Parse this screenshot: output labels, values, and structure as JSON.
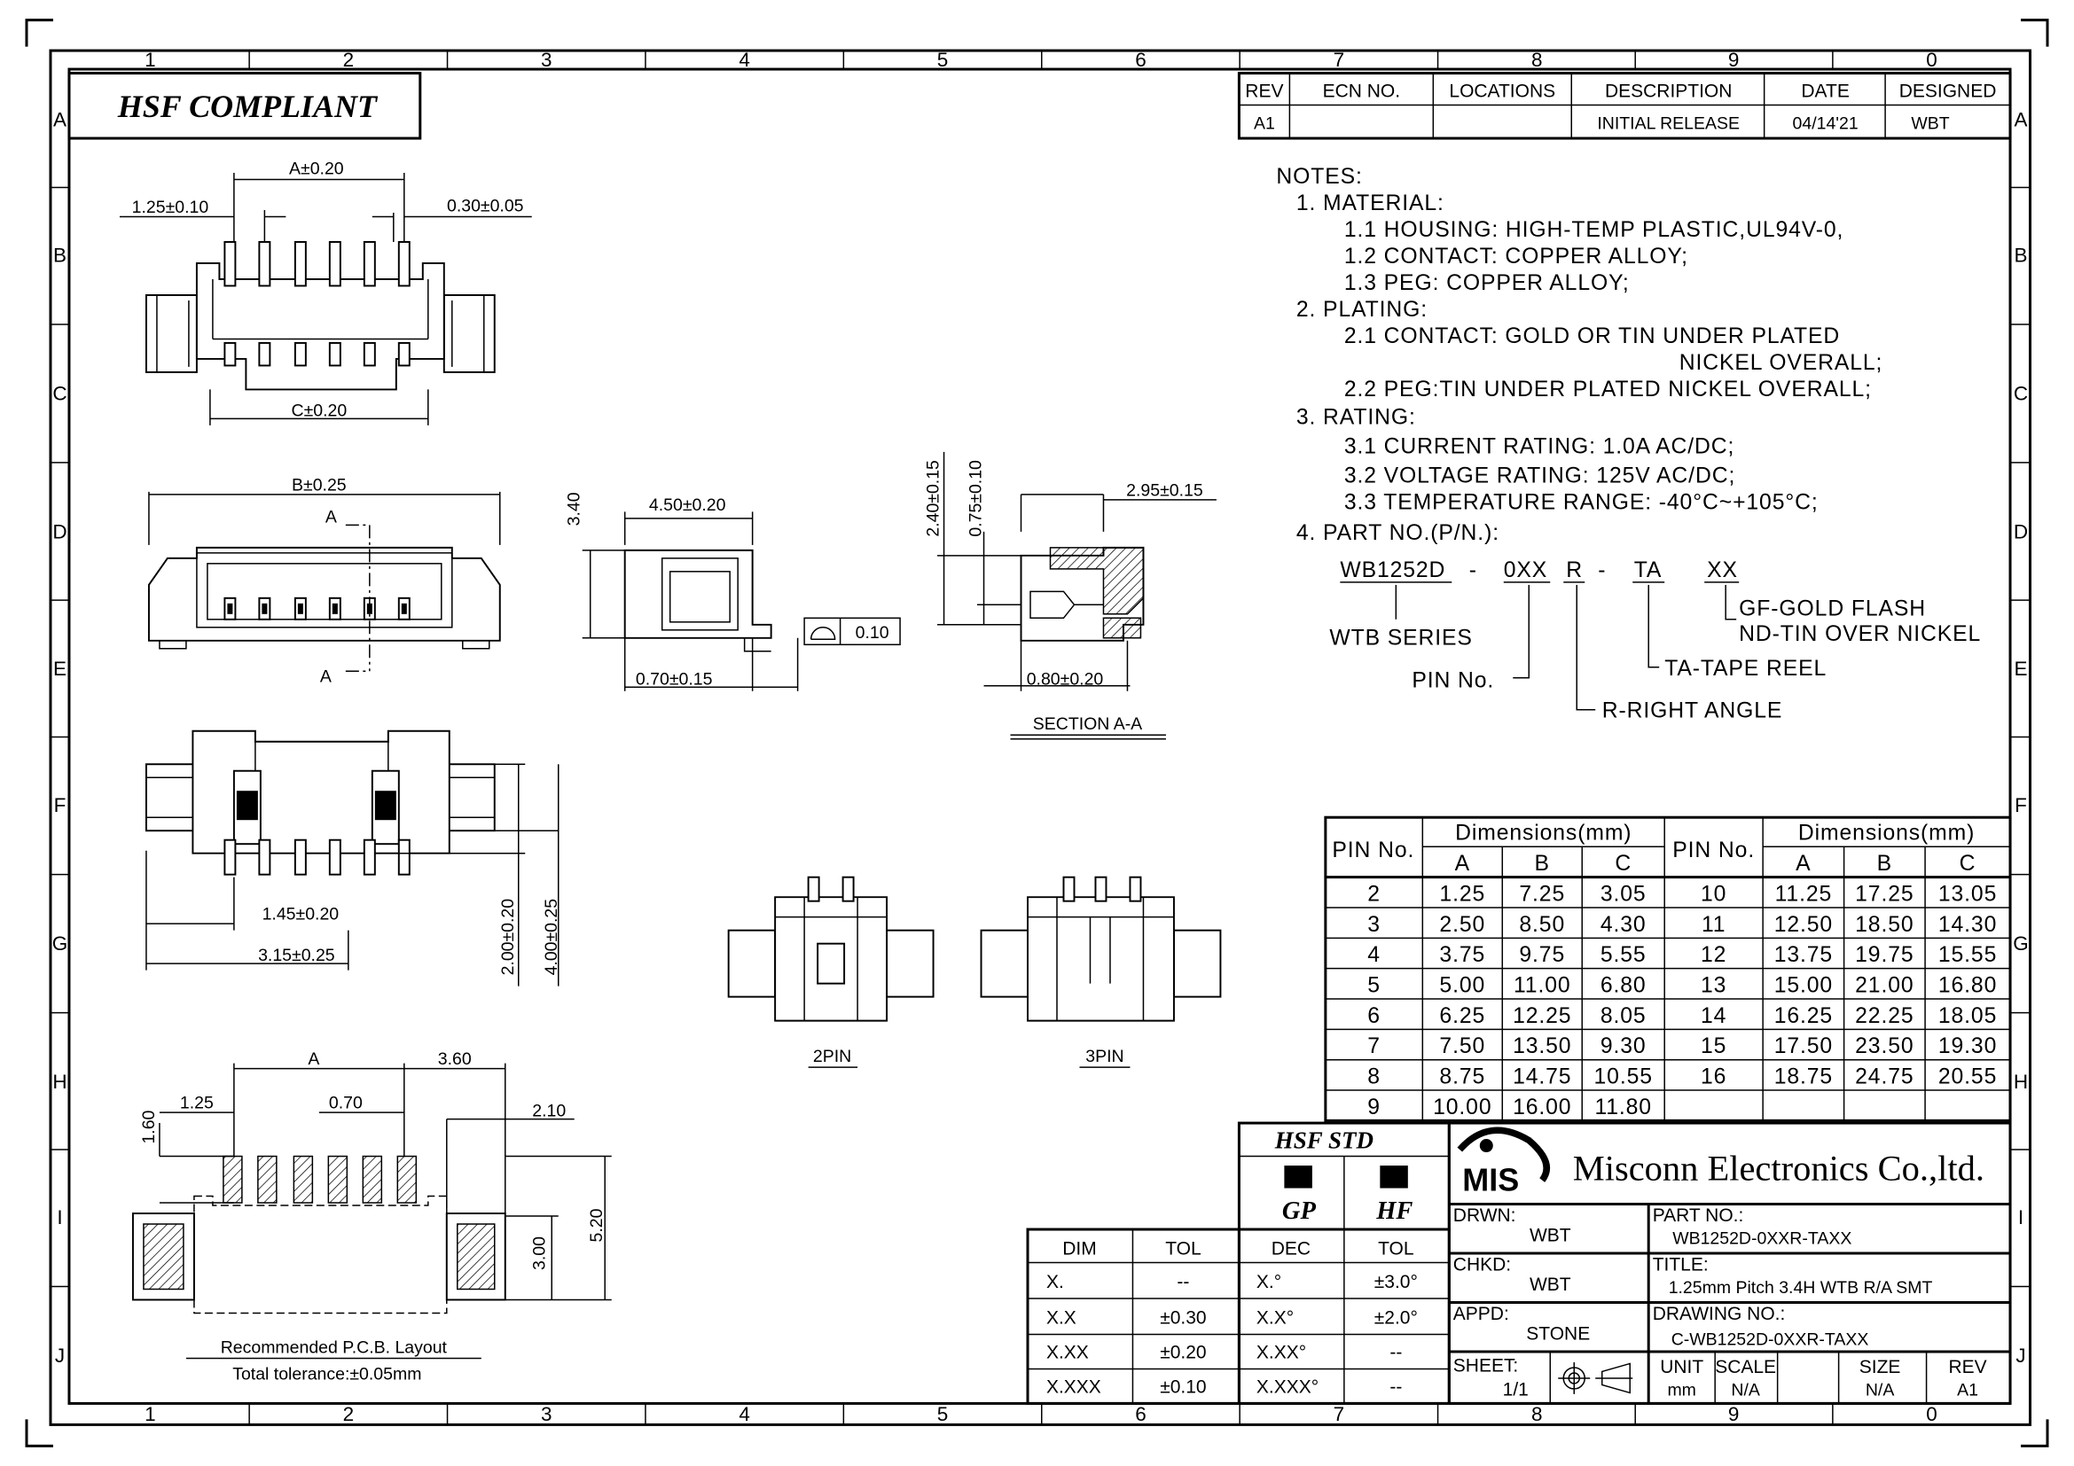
{
  "header": {
    "hsf_compliant": "HSF  COMPLIANT"
  },
  "zones": {
    "columns": [
      "1",
      "2",
      "3",
      "4",
      "5",
      "6",
      "7",
      "8",
      "9",
      "0"
    ],
    "rows": [
      "A",
      "B",
      "C",
      "D",
      "E",
      "F",
      "G",
      "H",
      "I",
      "J"
    ]
  },
  "revision_table": {
    "headers": [
      "REV",
      "ECN  NO.",
      "LOCATIONS",
      "DESCRIPTION",
      "DATE",
      "DESIGNED"
    ],
    "row": [
      "A1",
      "",
      "",
      "INITIAL  RELEASE",
      "04/14'21",
      "WBT"
    ]
  },
  "notes": {
    "title": "NOTES:",
    "lines": [
      "1.  MATERIAL:",
      "1.1  HOUSING:  HIGH-TEMP  PLASTIC,UL94V-0,",
      "1.2  CONTACT:  COPPER  ALLOY;",
      "1.3  PEG:  COPPER  ALLOY;",
      "2.  PLATING:",
      "2.1  CONTACT:  GOLD  OR  TIN  UNDER  PLATED",
      "NICKEL  OVERALL;",
      "2.2  PEG:TIN  UNDER  PLATED  NICKEL  OVERALL;",
      "3.  RATING:",
      "3.1  CURRENT  RATING:  1.0A  AC/DC;",
      "3.2  VOLTAGE  RATING:  125V  AC/DC;",
      "3.3  TEMPERATURE  RANGE:  -40°C~+105°C;",
      "4.  PART  NO.(P/N.):"
    ],
    "part_number": {
      "series": "WB1252D",
      "dash1": "-",
      "pins": "0XX",
      "angle": "R",
      "dash2": "-",
      "package": "TA",
      "plating": "XX",
      "plating_gf": "GF-GOLD  FLASH",
      "plating_nd": "ND-TIN  OVER  NICKEL",
      "series_label": "WTB  SERIES",
      "package_label": "TA-TAPE  REEL",
      "pins_label": "PIN  No.",
      "angle_label": "R-RIGHT  ANGLE"
    }
  },
  "dimensions": {
    "a": "A±0.20",
    "pitch": "1.25±0.10",
    "pin_width": "0.30±0.05",
    "c": "C±0.20",
    "b": "B±0.25",
    "section_mark": "A",
    "depth": "4.50±0.20",
    "height": "3.40",
    "flatness": "0.10",
    "standoff": "0.70±0.15",
    "h240": "2.40±0.15",
    "h075": "0.75±0.10",
    "w295": "2.95±0.15",
    "w080": "0.80±0.20",
    "section_label": "SECTION  A-A",
    "d145": "1.45±0.20",
    "d315": "3.15±0.25",
    "d200": "2.00±0.20",
    "d400": "4.00±0.25",
    "pin2_label": "2PIN",
    "pin3_label": "3PIN",
    "pcb_a": "A",
    "pcb_360": "3.60",
    "pcb_160": "1.60",
    "pcb_125": "1.25",
    "pcb_070": "0.70",
    "pcb_210": "2.10",
    "pcb_520": "5.20",
    "pcb_300": "3.00",
    "pcb_title": "Recommended  P.C.B.  Layout",
    "pcb_tol": "Total  tolerance:±0.05mm"
  },
  "pin_table": {
    "pin_header": "PIN  No.",
    "dim_header": "Dimensions(mm)",
    "cols": [
      "A",
      "B",
      "C"
    ],
    "left": [
      [
        "2",
        "1.25",
        "7.25",
        "3.05"
      ],
      [
        "3",
        "2.50",
        "8.50",
        "4.30"
      ],
      [
        "4",
        "3.75",
        "9.75",
        "5.55"
      ],
      [
        "5",
        "5.00",
        "11.00",
        "6.80"
      ],
      [
        "6",
        "6.25",
        "12.25",
        "8.05"
      ],
      [
        "7",
        "7.50",
        "13.50",
        "9.30"
      ],
      [
        "8",
        "8.75",
        "14.75",
        "10.55"
      ],
      [
        "9",
        "10.00",
        "16.00",
        "11.80"
      ]
    ],
    "right": [
      [
        "10",
        "11.25",
        "17.25",
        "13.05"
      ],
      [
        "11",
        "12.50",
        "18.50",
        "14.30"
      ],
      [
        "12",
        "13.75",
        "19.75",
        "15.55"
      ],
      [
        "13",
        "15.00",
        "21.00",
        "16.80"
      ],
      [
        "14",
        "16.25",
        "22.25",
        "18.05"
      ],
      [
        "15",
        "17.50",
        "23.50",
        "19.30"
      ],
      [
        "16",
        "18.75",
        "24.75",
        "20.55"
      ],
      [
        "",
        "",
        "",
        ""
      ]
    ]
  },
  "tolerance": {
    "dim_header": "DIM",
    "tol_header": "TOL",
    "rows": [
      [
        "X.",
        "--"
      ],
      [
        "X.X",
        "±0.30"
      ],
      [
        "X.XX",
        "±0.20"
      ],
      [
        "X.XXX",
        "±0.10"
      ]
    ],
    "dec_header": "DEC",
    "tol2_header": "TOL",
    "dec_rows": [
      [
        "X.°",
        "±3.0°"
      ],
      [
        "X.X°",
        "±2.0°"
      ],
      [
        "X.XX°",
        "--"
      ],
      [
        "X.XXX°",
        "--"
      ]
    ]
  },
  "hsf_std": {
    "title": "HSF  STD",
    "gp": "GP",
    "hf": "HF"
  },
  "title_block": {
    "logo": "MIS",
    "company": "Misconn Electronics Co.,ltd.",
    "drwn_label": "DRWN:",
    "drwn": "WBT",
    "chkd_label": "CHKD:",
    "chkd": "WBT",
    "appd_label": "APPD:",
    "appd": "STONE",
    "part_label": "PART  NO.:",
    "part": "WB1252D-0XXR-TAXX",
    "title_label": "TITLE:",
    "title": "1.25mm  Pitch  3.4H  WTB  R/A  SMT",
    "drawing_label": "DRAWING  NO.:",
    "drawing": "C-WB1252D-0XXR-TAXX",
    "sheet_label": "SHEET:",
    "sheet": "1/1",
    "unit_label": "UNIT",
    "unit": "mm",
    "scale_label": "SCALE",
    "scale": "N/A",
    "size_label": "SIZE",
    "size": "N/A",
    "rev_label": "REV",
    "rev": "A1"
  }
}
